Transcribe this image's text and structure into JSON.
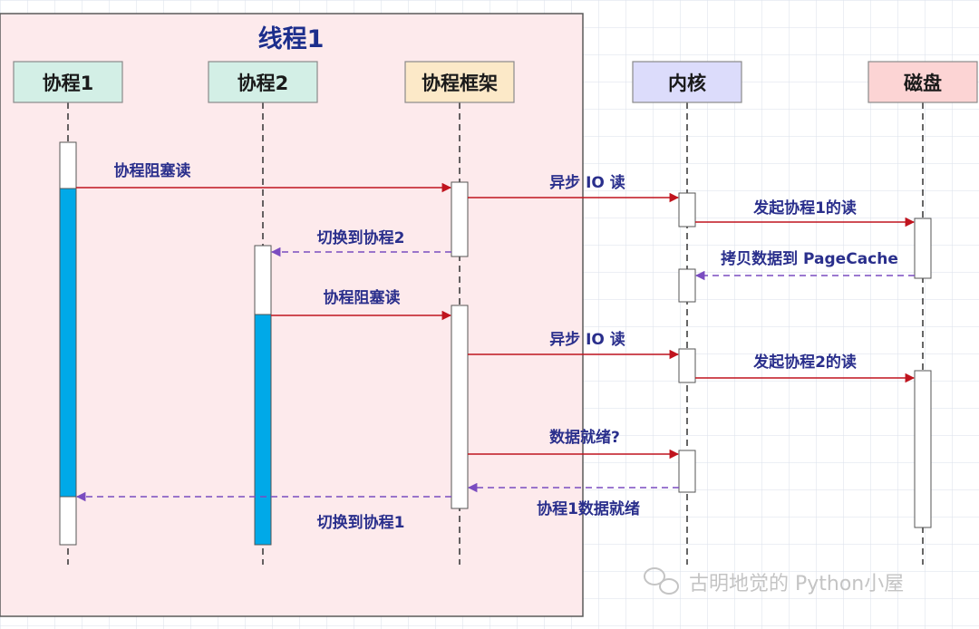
{
  "thread": {
    "title": "线程1"
  },
  "participants": [
    {
      "key": "co1",
      "label": "协程1",
      "color": "#d3efe6"
    },
    {
      "key": "co2",
      "label": "协程2",
      "color": "#d3efe6"
    },
    {
      "key": "fw",
      "label": "协程框架",
      "color": "#fce9c8"
    },
    {
      "key": "kernel",
      "label": "内核",
      "color": "#dcdcfb"
    },
    {
      "key": "disk",
      "label": "磁盘",
      "color": "#fcd4d4"
    }
  ],
  "messages": [
    {
      "key": "co1-block-read",
      "text": "协程阻塞读",
      "style": "sync"
    },
    {
      "key": "fw-async-io-1",
      "text": "异步 IO 读",
      "style": "sync"
    },
    {
      "key": "kernel-start-read-1",
      "text": "发起协程1的读",
      "style": "sync"
    },
    {
      "key": "switch-to-co2",
      "text": "切换到协程2",
      "style": "return"
    },
    {
      "key": "copy-pagecache",
      "text": "拷贝数据到 PageCache",
      "style": "return"
    },
    {
      "key": "co2-block-read",
      "text": "协程阻塞读",
      "style": "sync"
    },
    {
      "key": "fw-async-io-2",
      "text": "异步 IO 读",
      "style": "sync"
    },
    {
      "key": "kernel-start-read-2",
      "text": "发起协程2的读",
      "style": "sync"
    },
    {
      "key": "data-ready-query",
      "text": "数据就绪?",
      "style": "sync"
    },
    {
      "key": "co1-data-ready",
      "text": "协程1数据就绪",
      "style": "return"
    },
    {
      "key": "switch-to-co1",
      "text": "切换到协程1",
      "style": "return"
    }
  ],
  "watermark": "古明地觉的 Python小屋",
  "colors": {
    "thread_bg": "#fdeaec",
    "sync_arrow": "#c0141e",
    "return_arrow": "#7a4cc0",
    "active_bar": "#00a9e8"
  }
}
